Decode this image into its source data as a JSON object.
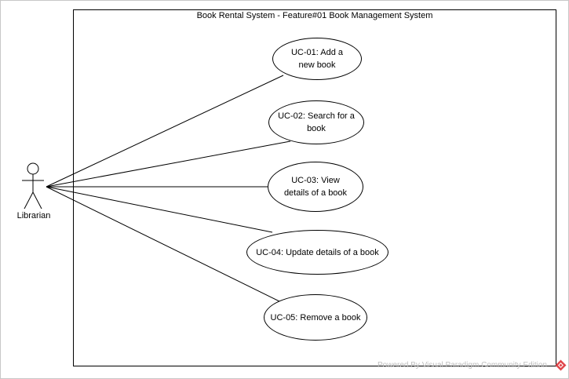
{
  "system": {
    "title": "Book Rental System - Feature#01 Book Management System"
  },
  "actor": {
    "name": "Librarian"
  },
  "use_cases": [
    {
      "label": "UC-01: Add a new book"
    },
    {
      "label": "UC-02: Search for a book"
    },
    {
      "label": "UC-03: View details of a book"
    },
    {
      "label": "UC-04: Update details of a book"
    },
    {
      "label": "UC-05: Remove a book"
    }
  ],
  "footer": {
    "text": "Powered By  Visual Paradigm Community Edition"
  },
  "colors": {
    "line": "#000000",
    "background": "#ffffff",
    "watermark": "#bdbdbd",
    "logo": "#e0454a"
  }
}
